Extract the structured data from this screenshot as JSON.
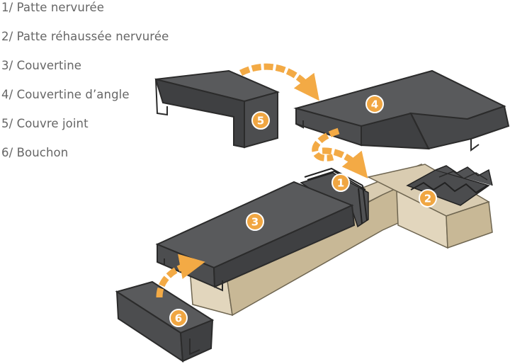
{
  "legend": [
    {
      "num": "1",
      "label": "1/ Patte nervurée"
    },
    {
      "num": "2",
      "label": "2/ Patte réhaussée nervurée"
    },
    {
      "num": "3",
      "label": "3/ Couvertine"
    },
    {
      "num": "4",
      "label": "4/ Couvertine d’angle"
    },
    {
      "num": "5",
      "label": "5/ Couvre joint"
    },
    {
      "num": "6",
      "label": "6/ Bouchon"
    }
  ],
  "badges": [
    "1",
    "2",
    "3",
    "4",
    "5",
    "6"
  ],
  "colors": {
    "metal": "#595a5c",
    "metal_dark": "#3f4042",
    "edge": "#2b2b2b",
    "wall_top": "#d9ccb1",
    "wall_side": "#c8b896",
    "wall_front": "#e2d6bd",
    "badge": "#f0a642",
    "arrow": "#f3aa45"
  }
}
